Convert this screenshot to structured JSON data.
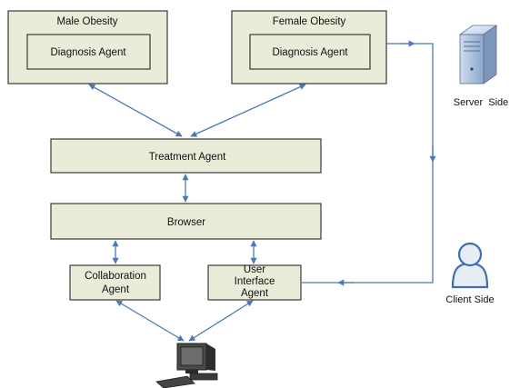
{
  "diagram": {
    "nodes": {
      "male_obesity": "Male Obesity",
      "male_diagnosis": "Diagnosis Agent",
      "female_obesity": "Female Obesity",
      "female_diagnosis": "Diagnosis Agent",
      "treatment": "Treatment Agent",
      "browser": "Browser",
      "collaboration_1": "Collaboration",
      "collaboration_2": "Agent",
      "user_interface_1": "User",
      "user_interface_2": "Interface",
      "user_interface_3": "Agent"
    },
    "side_labels": {
      "server": "Server  Side",
      "client": "Client Side"
    },
    "icons": [
      "server-icon",
      "user-icon",
      "computer-icon"
    ],
    "colors": {
      "box_fill": "#e8ecd8",
      "box_stroke": "#3a3a3a",
      "connector": "#4a79b8"
    }
  }
}
